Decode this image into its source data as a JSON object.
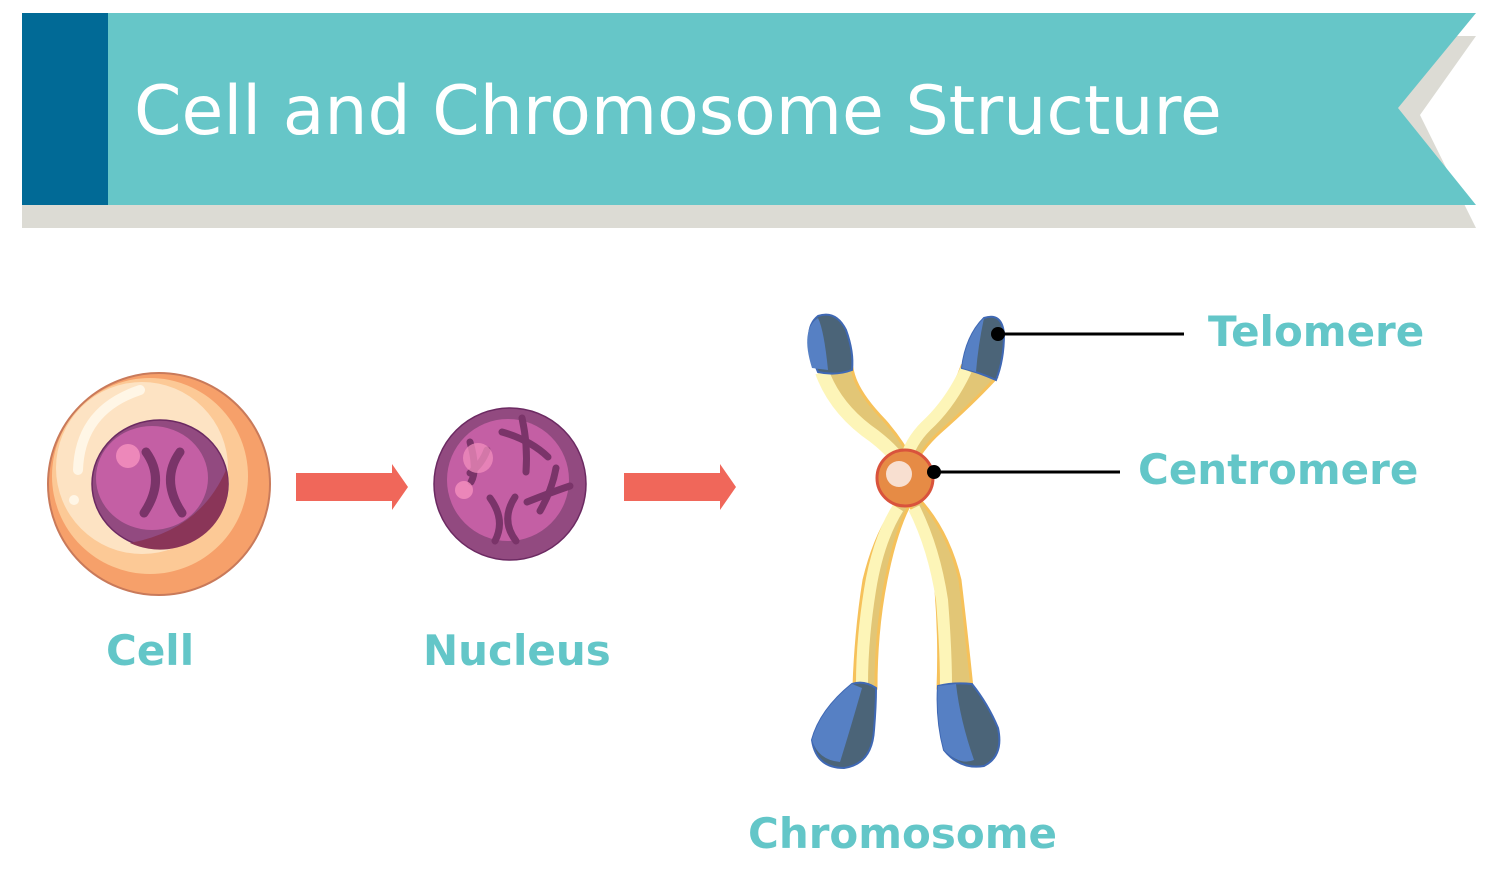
{
  "banner": {
    "title": "Cell and Chromosome Structure",
    "colors": {
      "ribbon": "#66c6c8",
      "accent_block": "#016a96",
      "shadow": "#dcdbd4",
      "title_text": "#ffffff"
    }
  },
  "stages": [
    {
      "id": "cell",
      "label": "Cell"
    },
    {
      "id": "nucleus",
      "label": "Nucleus"
    },
    {
      "id": "chromosome",
      "label": "Chromosome"
    }
  ],
  "chromosome_parts": [
    {
      "id": "telomere",
      "label": "Telomere"
    },
    {
      "id": "centromere",
      "label": "Centromere"
    }
  ],
  "colors": {
    "label_text": "#63c6c8",
    "arrow": "#f0675a",
    "cell_outer": "#f6a06a",
    "cell_inner": "#fde3c3",
    "nucleus_outer": "#924a80",
    "nucleus_inner": "#c45fa4",
    "chromatin": "#7a3469",
    "nucleolus": "#f28dbd",
    "chromatid_light": "#fdf5b8",
    "chromatid_dark": "#e2c676",
    "chromatid_edge": "#f6c15a",
    "telomere_light": "#5680c4",
    "telomere_dark": "#4b6478",
    "centromere_fill": "#e68b45",
    "centromere_edge": "#d9533c",
    "centromere_core": "#f8dfd0",
    "pointer_line": "#000000"
  }
}
